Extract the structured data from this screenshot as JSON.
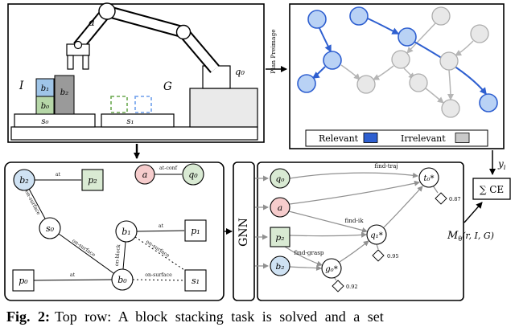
{
  "caption": {
    "fig_label": "Fig. 2:",
    "text": "Top row: A block stacking task is solved and a set"
  },
  "top_left_panel": {
    "arm_label": "a",
    "base_conf_label": "q₀",
    "initial_state_label": "I",
    "goal_label": "G",
    "block_b1": "b₁",
    "block_b0": "b₀",
    "block_b2": "b₂",
    "surface_s0": "s₀",
    "surface_s1": "s₁"
  },
  "plan_preimage_arrow": {
    "label": "Plan Preimage"
  },
  "top_right_panel": {
    "legend": {
      "relevant_label": "Relevant",
      "irrelevant_label": "Irrelevant"
    },
    "colors": {
      "relevant": "#2e5fd0",
      "irrelevant": "#c9c9c9"
    }
  },
  "scene_graph": {
    "nodes": {
      "b2": "b₂",
      "p2": "p₂",
      "a": "a",
      "q0": "q₀",
      "s0": "s₀",
      "b1": "b₁",
      "p1": "p₁",
      "p0": "p₀",
      "b0": "b₀",
      "s1": "s₁"
    },
    "edge_labels": {
      "at": "at",
      "at_conf": "at-conf",
      "on_surface": "on-surface",
      "on_block": "on-block"
    }
  },
  "gnn": {
    "label": "GNN"
  },
  "computation_graph": {
    "inputs": {
      "q0": "q₀",
      "a": "a",
      "p2": "p₂",
      "b2": "b₂"
    },
    "operators": {
      "find_traj": "find-traj",
      "find_ik": "find-ik",
      "find_grasp": "find-grasp"
    },
    "outputs": {
      "t0": "t₀*",
      "q1": "q₁*",
      "g0": "g₀*"
    },
    "scores": {
      "t0": "0.87",
      "q1": "0.95",
      "g0": "0.92"
    }
  },
  "loss": {
    "y_label": "y",
    "y_sub": "i",
    "sum_ce": "∑ CE",
    "model": "M",
    "model_sub": "θ",
    "model_args": "(r, I, G)"
  }
}
